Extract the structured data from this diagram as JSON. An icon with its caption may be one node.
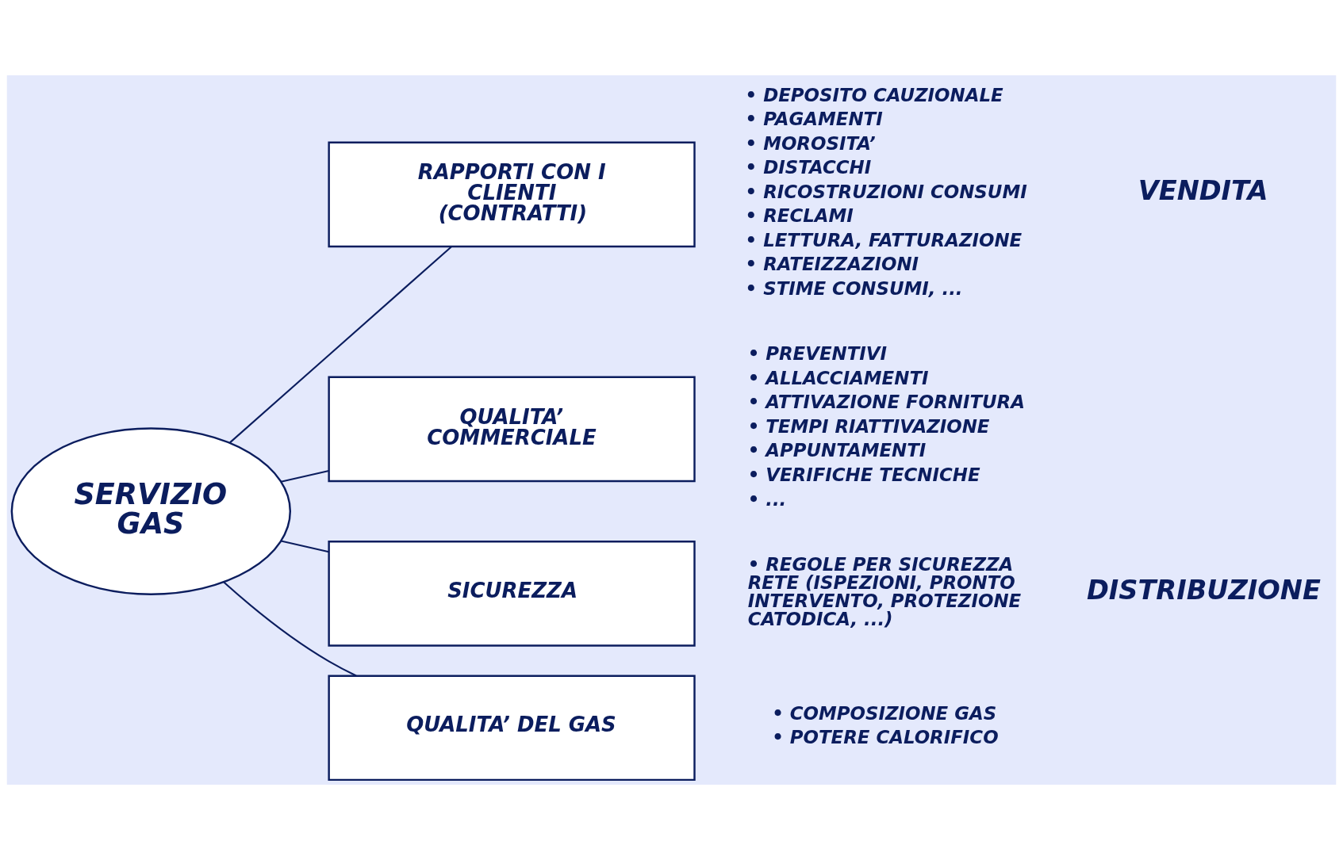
{
  "diagram": {
    "nodes": [
      {
        "text": [
          "SERVIZIO GAS"
        ]
      },
      {
        "text": [
          "RAPPORTI CON I CLIENTI (CONTRATTI)"
        ],
        "beside": [
          "• DEPOSITO CAUZIONALE",
          "• PAGAMENTI",
          "• MOROSITA’",
          "• DISTACCHI",
          "• RICOSTRUZIONI CONSUMI",
          "• RECLAMI",
          "• LETTURA, FATTURAZIONE",
          "• RATEIZZAZIONI",
          "• STIME CONSUMI, ..."
        ]
      },
      {
        "text": [
          "QUALITA’ COMMERCIALE"
        ],
        "beside": [
          "• PREVENTIVI",
          "• ALLACCIAMENTI",
          "• ATTIVAZIONE FORNITURA",
          "• TEMPI RIATTIVAZIONE",
          "• APPUNTAMENTI",
          "• VERIFICHE TECNICHE",
          "• ..."
        ]
      },
      {
        "text": [
          "SICUREZZA"
        ],
        "beside": [
          "• REGOLE PER SICUREZZA RETE (ISPEZIONI, PRONTO INTERVENTO, PROTEZIONE CATODICA, ...)"
        ]
      },
      {
        "text": [
          "QUALITA’ DEL GAS"
        ],
        "beside": [
          "• COMPOSIZIONE GAS",
          "• POTERE CALORIFICO"
        ]
      }
    ],
    "edges": [
      {
        "from": 0,
        "to": 1,
        "arrow": "none"
      },
      {
        "from": 0,
        "to": 2,
        "arrow": "none"
      },
      {
        "from": 0,
        "to": 3,
        "arrow": "none"
      },
      {
        "from": 0,
        "to": 4,
        "arrow": "none"
      }
    ],
    "labels": [
      "VENDITA",
      "DISTRIBUZIONE"
    ]
  }
}
